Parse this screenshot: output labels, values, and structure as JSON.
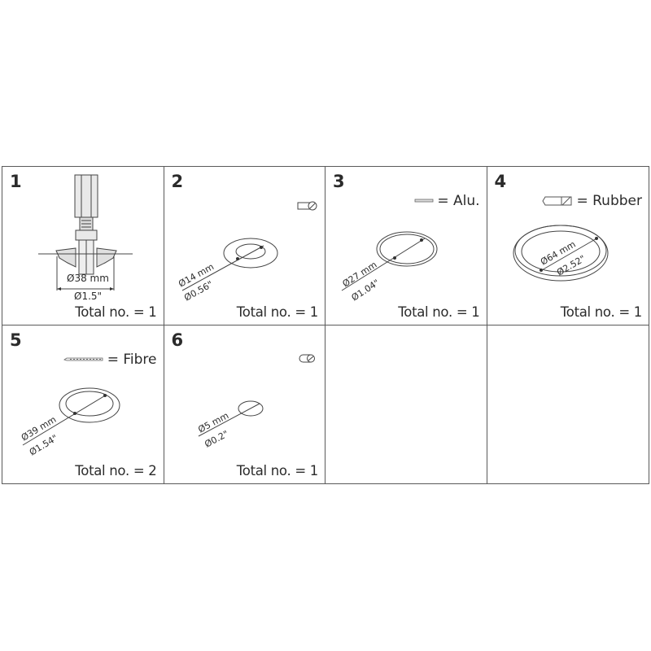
{
  "cells": [
    {
      "number": "1",
      "dimension_mm": "Ø38 mm",
      "dimension_in": "Ø1.5\"",
      "total": "Total no. = 1",
      "material": null,
      "icon": "valve-insert-cross-section"
    },
    {
      "number": "2",
      "dimension_mm": "Ø14 mm",
      "dimension_in": "Ø0.56\"",
      "total": "Total no. = 1",
      "material": null,
      "icon": "flat-washer"
    },
    {
      "number": "3",
      "dimension_mm": "Ø27 mm",
      "dimension_in": "Ø1.04\"",
      "total": "Total no. = 1",
      "material": "= Alu.",
      "icon": "thin-ring-gasket"
    },
    {
      "number": "4",
      "dimension_mm": "Ø64 mm",
      "dimension_in": "Ø2.52\"",
      "total": "Total no. = 1",
      "material": "= Rubber",
      "icon": "o-ring-large"
    },
    {
      "number": "5",
      "dimension_mm": "Ø39 mm",
      "dimension_in": "Ø1.54\"",
      "total": "Total no. = 2",
      "material": "= Fibre",
      "icon": "fibre-gasket"
    },
    {
      "number": "6",
      "dimension_mm": "Ø5 mm",
      "dimension_in": "Ø0.2\"",
      "total": "Total no. = 1",
      "material": null,
      "icon": "o-ring-small"
    },
    {
      "number": null
    },
    {
      "number": null
    }
  ],
  "colors": {
    "line": "#5a5a5a",
    "text": "#2b2b2b"
  }
}
